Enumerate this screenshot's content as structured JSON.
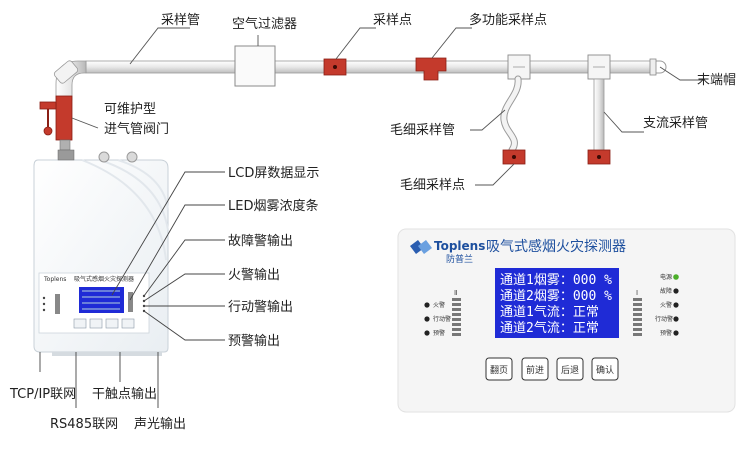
{
  "top_labels": {
    "sampling_pipe": "采样管",
    "air_filter": "空气过滤器",
    "sampling_point": "采样点",
    "multi_point": "多功能采样点",
    "end_cap": "末端帽",
    "capillary_pipe": "毛细采样管",
    "capillary_point": "毛细采样点",
    "branch_pipe": "支流采样管",
    "valve": [
      "可维护型",
      "进气管阀门"
    ]
  },
  "side_labels": {
    "lcd": "LCD屏数据显示",
    "led_bar": "LED烟雾浓度条",
    "fault": "故障警输出",
    "fire": "火警输出",
    "action": "行动警输出",
    "prealarm": "预警输出"
  },
  "bottom_labels": {
    "tcp": "TCP/IP联网",
    "rs485": "RS485联网",
    "dry_contact": "干触点输出",
    "sound_light": "声光输出"
  },
  "panel": {
    "brand": "Toplens",
    "brand_sub": "防普兰",
    "title": "吸气式感烟火灾探测器",
    "lcd_lines": [
      "通道1烟雾：000 %",
      "通道2烟雾：000 %",
      "通道1气流：正常",
      "通道2气流：正常"
    ],
    "left_indicators": [
      "火警",
      "行动警",
      "预警"
    ],
    "right_indicators": [
      "电源",
      "故障",
      "火警",
      "行动警",
      "预警"
    ],
    "bar_mark": "Ⅱ",
    "bar_mark_right": "Ⅰ",
    "buttons": [
      "翻页",
      "前进",
      "后退",
      "确认"
    ],
    "colors": {
      "lcd": "#1f2bd6",
      "power_led": "#4caf2a",
      "pipe_red": "#c0392b"
    }
  },
  "device": {
    "brand": "Toplens",
    "mini_title": "吸气式感烟火灾探测器"
  }
}
